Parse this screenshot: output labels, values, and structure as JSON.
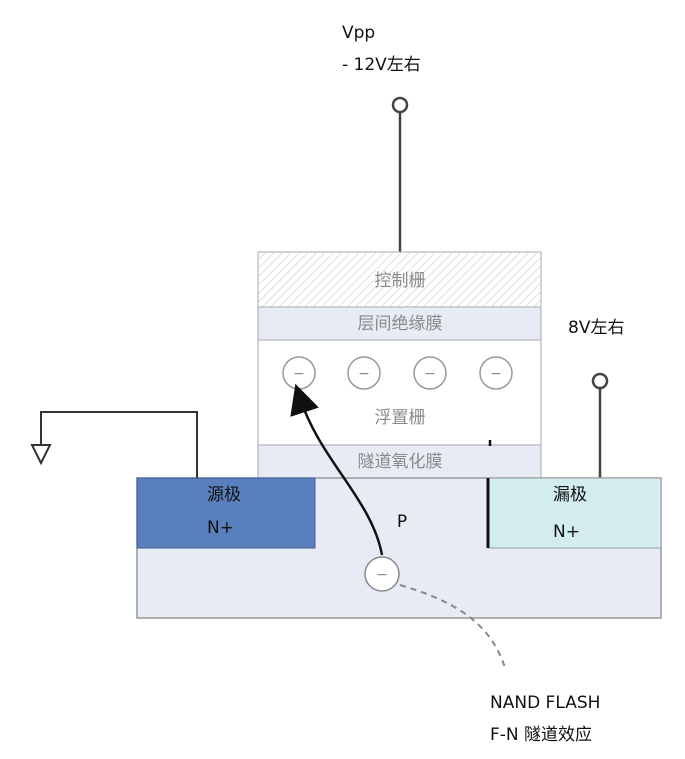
{
  "vpp": {
    "name": "Vpp",
    "value": "- 12V左右"
  },
  "drain_voltage": "8V左右",
  "layers": {
    "control_gate": "控制栅",
    "interlayer_insulation": "层间绝缘膜",
    "floating_gate": "浮置栅",
    "tunnel_oxide": "隧道氧化膜"
  },
  "source": {
    "name": "源极",
    "type": "N+"
  },
  "drain": {
    "name": "漏极",
    "type": "N+"
  },
  "substrate": "P",
  "electron_symbol": "−",
  "caption": {
    "line1": "NAND FLASH",
    "line2": "F-N 隧道效应"
  },
  "colors": {
    "source_fill": "#5a7fbe",
    "drain_fill": "#d3ecf0",
    "substrate_fill": "#e6ebf6",
    "layer_fill": "#e6ebf4"
  }
}
